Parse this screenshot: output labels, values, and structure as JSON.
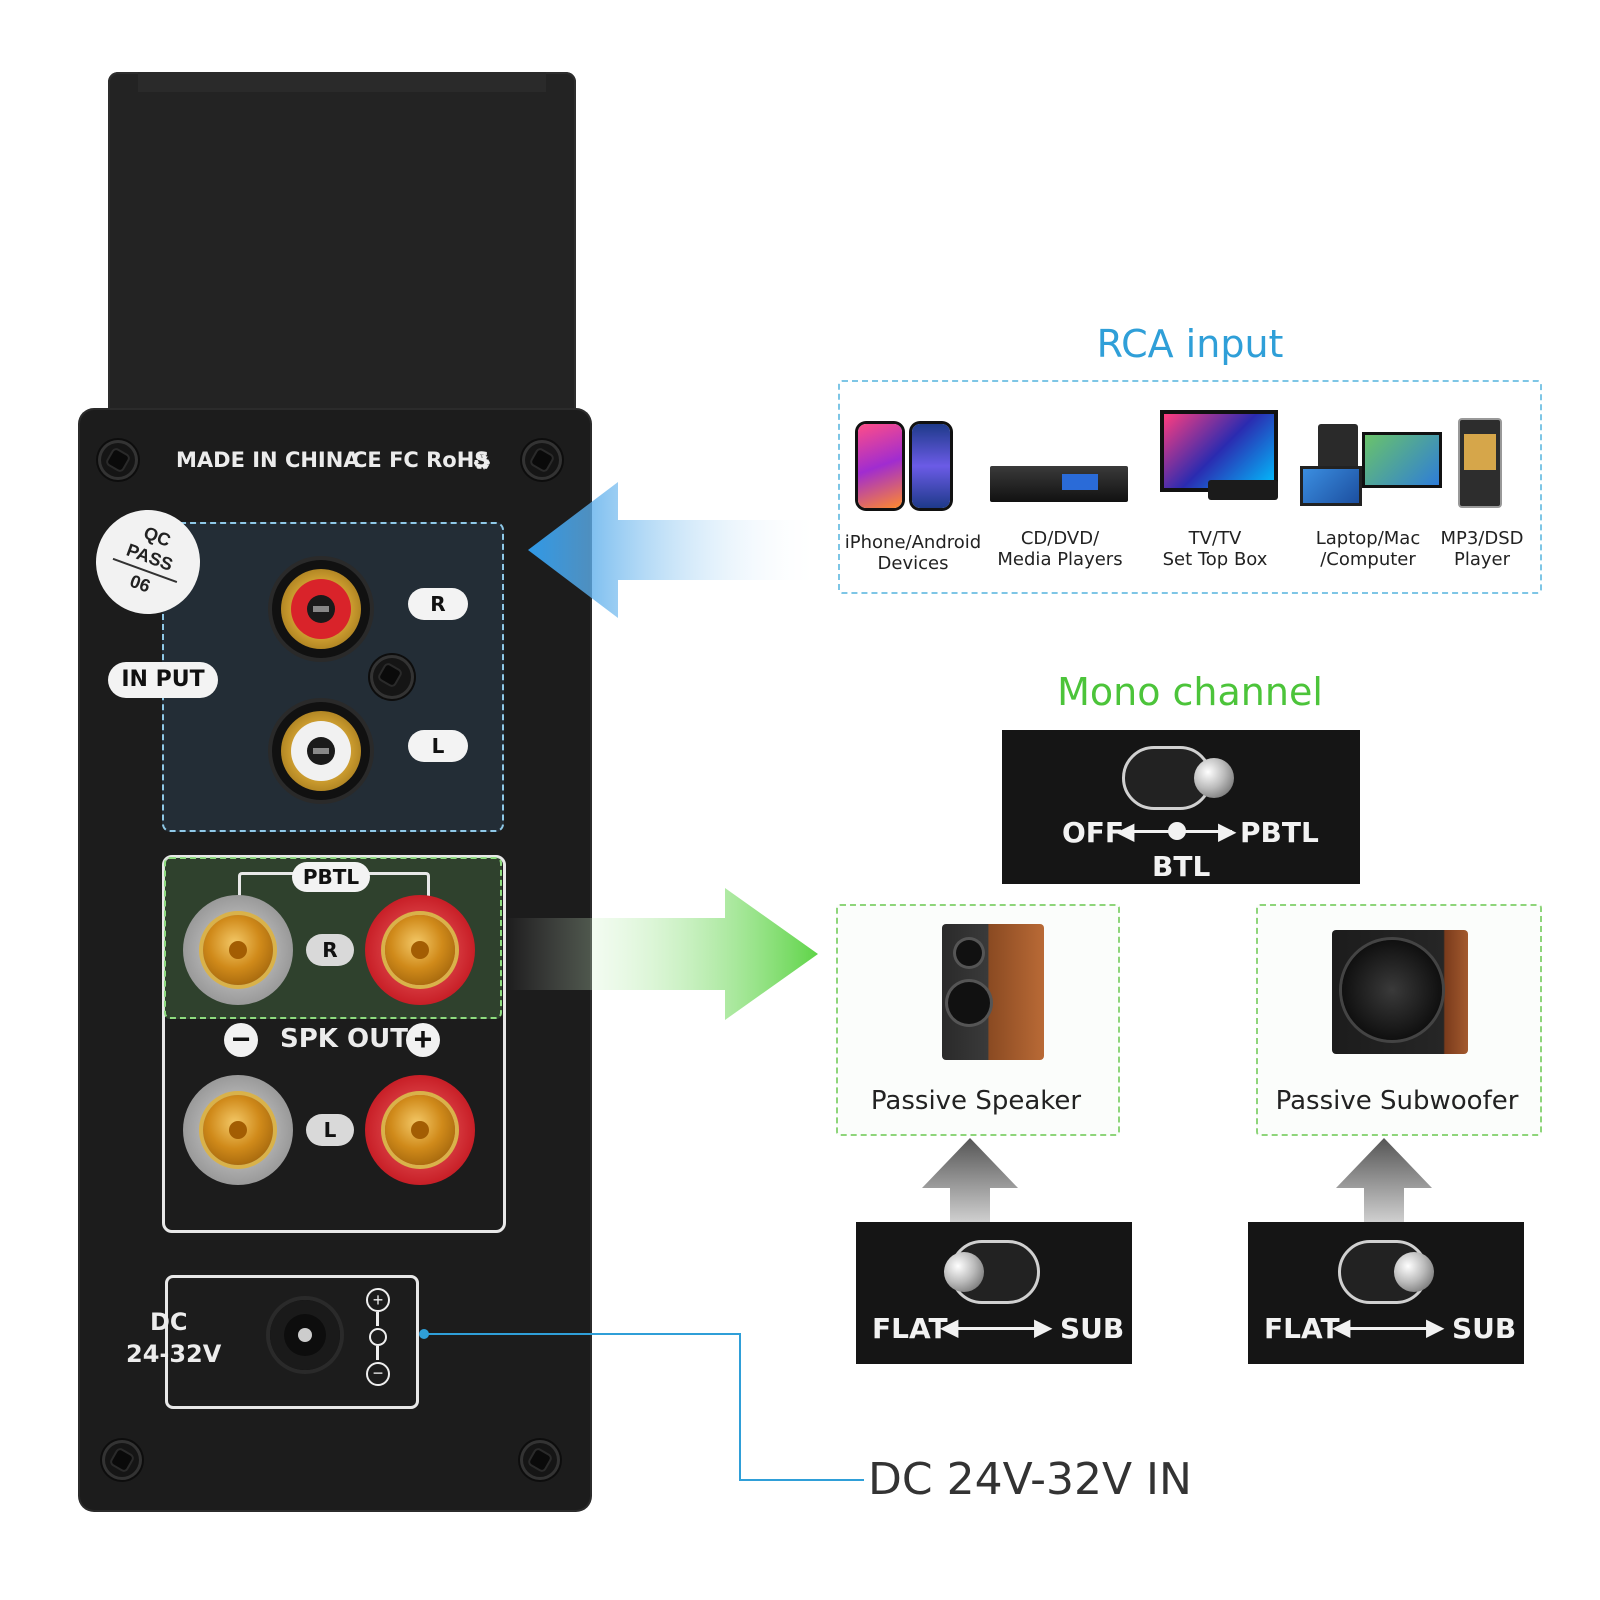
{
  "amp": {
    "made_in": "MADE IN CHINA",
    "certs": "CE FC RoHS",
    "qc": {
      "line1": "QC",
      "line2": "PASS",
      "line3": "06"
    },
    "input_label": "IN PUT",
    "r_label": "R",
    "l_label": "L",
    "pbtl_label": "PBTL",
    "spk_out": "SPK OUT",
    "minus": "−",
    "plus": "+",
    "dc_label": "DC",
    "dc_range": "24-32V"
  },
  "rca_input": {
    "title": "RCA input",
    "title_color": "#2f9fd8",
    "devices": [
      {
        "line1": "iPhone/Android",
        "line2": "Devices",
        "icon": "smartphone-icon"
      },
      {
        "line1": "CD/DVD/",
        "line2": "Media Players",
        "icon": "media-player-icon"
      },
      {
        "line1": "TV/TV",
        "line2": "Set Top Box",
        "icon": "tv-icon"
      },
      {
        "line1": "Laptop/Mac",
        "line2": "/Computer",
        "icon": "computer-icon"
      },
      {
        "line1": "MP3/DSD",
        "line2": "Player",
        "icon": "mp3-player-icon"
      }
    ]
  },
  "mono": {
    "title": "Mono channel",
    "title_color": "#4cc43a",
    "off": "OFF",
    "pbtl": "PBTL",
    "btl": "BTL"
  },
  "outputs": {
    "speaker": "Passive Speaker",
    "subwoofer": "Passive Subwoofer"
  },
  "switches": {
    "flat": "FLAT",
    "sub": "SUB"
  },
  "dc_in": "DC 24V-32V IN",
  "colors": {
    "blue_arrow": "#3aa0e6",
    "green_arrow": "#6fd657",
    "line": "#2f9fd8"
  }
}
